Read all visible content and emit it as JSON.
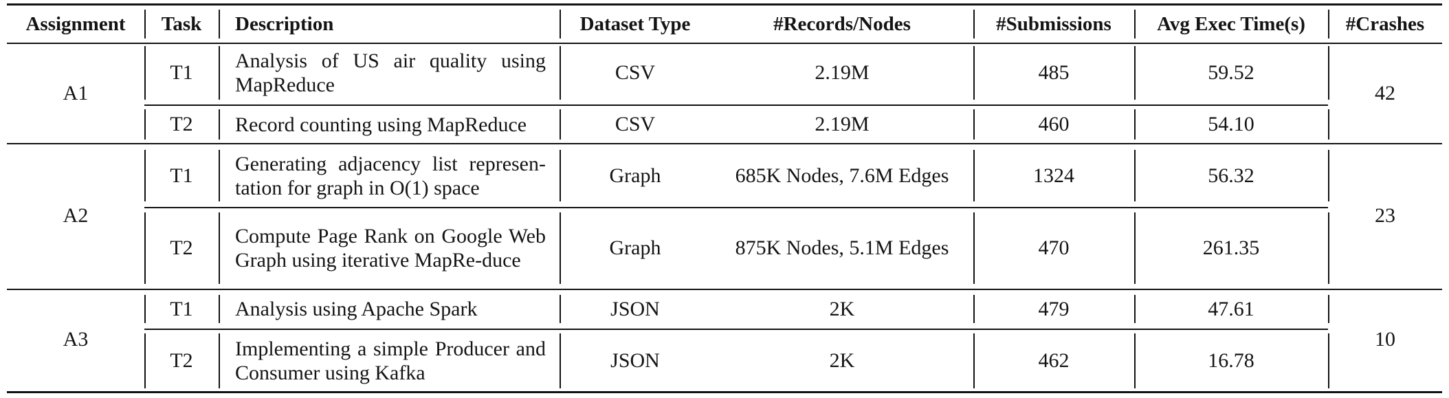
{
  "headers": [
    "Assignment",
    "Task",
    "Description",
    "Dataset Type",
    "#Records/Nodes",
    "#Submissions",
    "Avg Exec Time(s)",
    "#Crashes"
  ],
  "groups": [
    {
      "assignment": "A1",
      "crashes": "42",
      "rows": [
        {
          "task": "T1",
          "description": "Analysis of US air quality using MapReduce",
          "dataset_type": "CSV",
          "records": "2.19M",
          "submissions": "485",
          "avg_exec_time": "59.52"
        },
        {
          "task": "T2",
          "description": "Record counting using MapReduce",
          "dataset_type": "CSV",
          "records": "2.19M",
          "submissions": "460",
          "avg_exec_time": "54.10"
        }
      ]
    },
    {
      "assignment": "A2",
      "crashes": "23",
      "rows": [
        {
          "task": "T1",
          "description": "Generating adjacency list represen-tation for graph in O(1) space",
          "dataset_type": "Graph",
          "records": "685K Nodes, 7.6M Edges",
          "submissions": "1324",
          "avg_exec_time": "56.32"
        },
        {
          "task": "T2",
          "description": "Compute Page Rank on Google Web Graph using iterative MapRe-duce",
          "dataset_type": "Graph",
          "records": "875K Nodes, 5.1M Edges",
          "submissions": "470",
          "avg_exec_time": "261.35"
        }
      ]
    },
    {
      "assignment": "A3",
      "crashes": "10",
      "rows": [
        {
          "task": "T1",
          "description": "Analysis using Apache Spark",
          "dataset_type": "JSON",
          "records": "2K",
          "submissions": "479",
          "avg_exec_time": "47.61"
        },
        {
          "task": "T2",
          "description": "Implementing a simple Producer and Consumer using Kafka",
          "dataset_type": "JSON",
          "records": "2K",
          "submissions": "462",
          "avg_exec_time": "16.78"
        }
      ]
    }
  ]
}
